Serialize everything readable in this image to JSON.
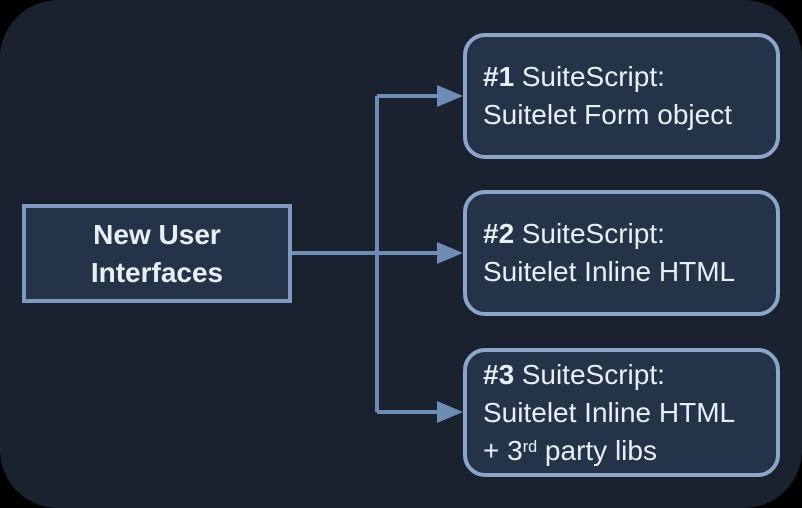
{
  "colors": {
    "canvas_bg": "#1a2230",
    "box_fill": "#253349",
    "box_border": "#8ba6c9",
    "root_border": "#7e9ac0",
    "connector_color": "#6e8db4",
    "text_color": "#e8eef6"
  },
  "root_node": {
    "line1": "New User",
    "line2": "Interfaces"
  },
  "nodes": [
    {
      "number": "#1",
      "heading": "SuiteScript:",
      "line2": "Suitelet Form object"
    },
    {
      "number": "#2",
      "heading": "SuiteScript:",
      "line2": "Suitelet Inline HTML"
    },
    {
      "number": "#3",
      "heading": "SuiteScript:",
      "line2": "Suitelet Inline HTML",
      "line3_prefix": "+ 3",
      "line3_sup": "rd",
      "line3_suffix": " party libs"
    }
  ]
}
